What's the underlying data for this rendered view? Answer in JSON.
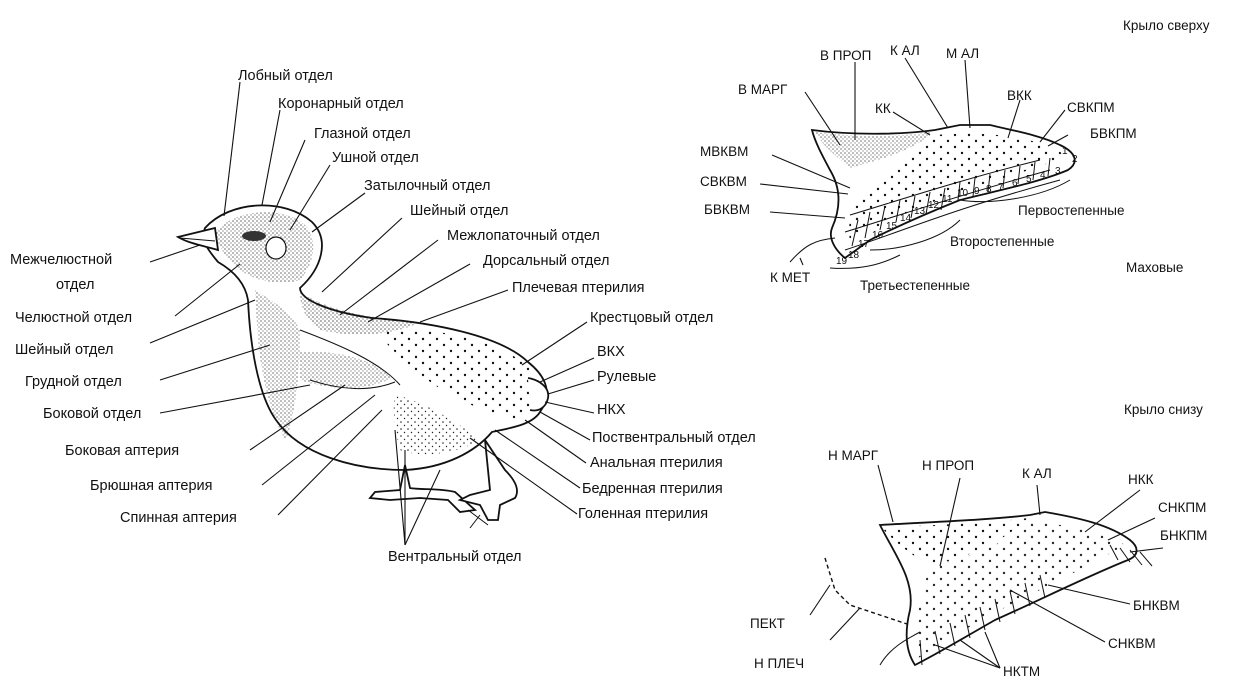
{
  "headings": {
    "wing_top": "Крыло сверху",
    "wing_bottom": "Крыло снизу",
    "remiges": "Маховые"
  },
  "bird_labels": {
    "frontal": "Лобный отдел",
    "coronal": "Коронарный отдел",
    "ocular": "Глазной отдел",
    "auricular": "Ушной отдел",
    "occipital": "Затылочный отдел",
    "cervical_dorsal": "Шейный отдел",
    "interscapular": "Межлопаточный отдел",
    "dorsal": "Дорсальный отдел",
    "humeral": "Плечевая птерилия",
    "sacral": "Крестцовый отдел",
    "vkh": "ВКХ",
    "rectrices": "Рулевые",
    "nkh": "НКХ",
    "postventral": "Поствентральный отдел",
    "anal": "Анальная птерилия",
    "femoral": "Бедренная птерилия",
    "crural": "Голенная птерилия",
    "ventral": "Вентральный отдел",
    "intermaxillary_1": "Межчелюстной",
    "intermaxillary_2": "отдел",
    "maxillary": "Челюстной отдел",
    "cervical_ventral": "Шейный отдел",
    "pectoral": "Грудной отдел",
    "lateral": "Боковой отдел",
    "lateral_apterium": "Боковая аптерия",
    "ventral_apterium": "Брюшная аптерия",
    "dorsal_apterium": "Спинная аптерия"
  },
  "wing_top_labels": {
    "v_prop": "В ПРОП",
    "k_al": "К АЛ",
    "m_al": "М АЛ",
    "v_marg": "В МАРГ",
    "kk": "КК",
    "vkk": "ВКК",
    "svkpm": "СВКПМ",
    "bvkpm": "БВКПМ",
    "mvkvm": "МВКВМ",
    "svkvm": "СВКВМ",
    "bvkvm": "БВКВМ",
    "k_met": "К МЕТ",
    "primaries": "Первостепенные",
    "secondaries": "Второстепенные",
    "tertials": "Третьестепенные"
  },
  "wing_bottom_labels": {
    "n_marg": "Н МАРГ",
    "n_prop": "Н ПРОП",
    "k_al": "К АЛ",
    "nkk": "НКК",
    "snkpm": "СНКПМ",
    "bnkpm": "БНКПМ",
    "bnkvm": "БНКВМ",
    "snkvm": "СНКВМ",
    "nktm": "НКТМ",
    "pekt": "ПЕКТ",
    "n_plech": "Н ПЛЕЧ"
  },
  "feather_numbers": {
    "primaries": [
      "1",
      "2",
      "3",
      "4",
      "5",
      "6",
      "7",
      "8",
      "9",
      "10"
    ],
    "secondaries": [
      "11",
      "12",
      "13",
      "14",
      "15",
      "16",
      "17",
      "18",
      "19"
    ]
  }
}
